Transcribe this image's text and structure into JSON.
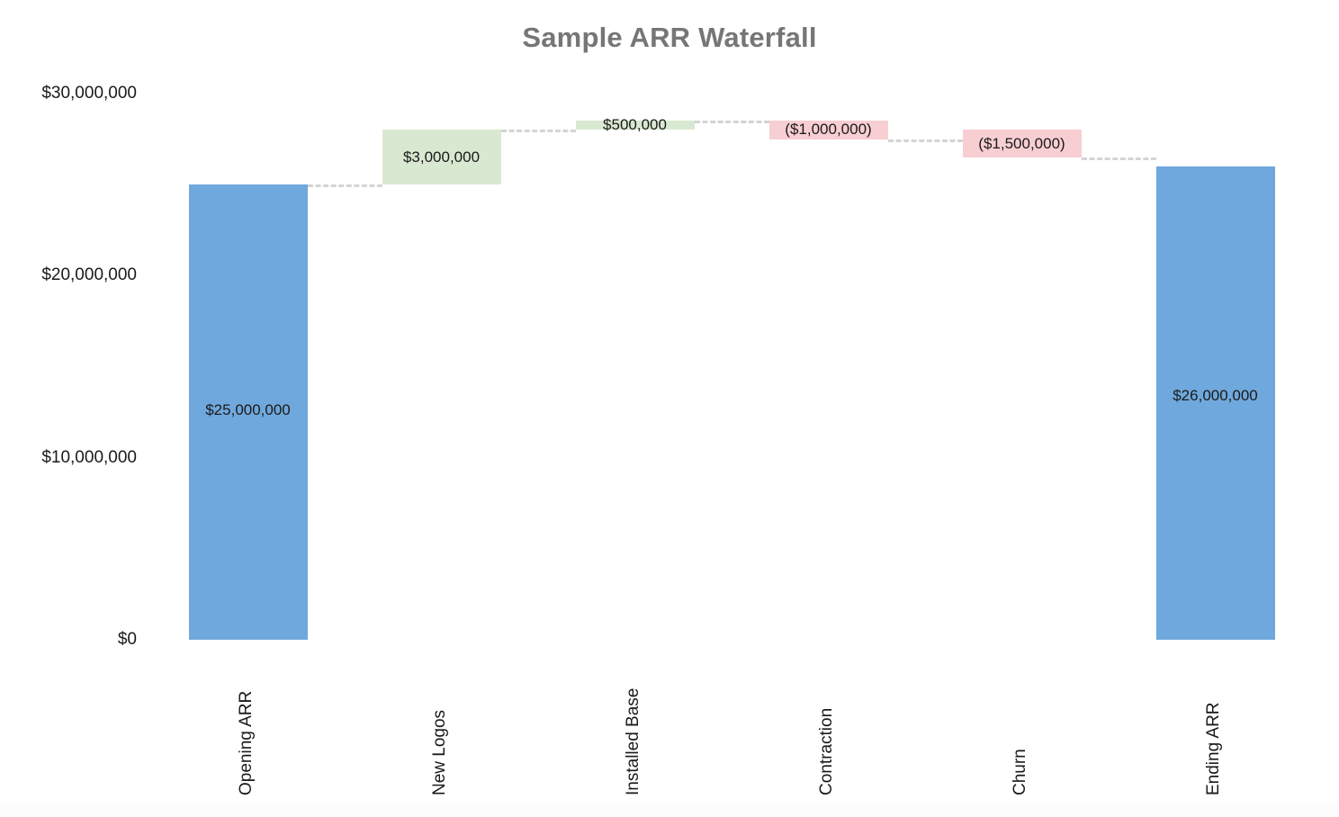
{
  "chart_data": {
    "type": "bar",
    "subtype": "waterfall",
    "title": "Sample ARR Waterfall",
    "xlabel": "",
    "ylabel": "",
    "ylim": [
      0,
      30000000
    ],
    "grid": false,
    "legend": "none",
    "categories": [
      "Opening ARR",
      "New Logos",
      "Installed Base",
      "Contraction",
      "Churn",
      "Ending ARR"
    ],
    "values": [
      25000000,
      3000000,
      500000,
      -1000000,
      -1500000,
      26000000
    ],
    "value_labels": [
      "$25,000,000",
      "$3,000,000",
      "$500,000",
      "($1,000,000)",
      "($1,500,000)",
      "$26,000,000"
    ],
    "kinds": [
      "total",
      "increase",
      "increase",
      "decrease",
      "decrease",
      "total"
    ],
    "bar_bases": [
      0,
      25000000,
      28000000,
      27500000,
      26500000,
      0
    ],
    "bar_tops": [
      25000000,
      28000000,
      28500000,
      28500000,
      28000000,
      26000000
    ],
    "ytick_values": [
      30000000,
      20000000,
      10000000,
      0
    ],
    "ytick_labels": [
      "$30,000,000",
      "$20,000,000",
      "$10,000,000",
      "$0"
    ],
    "colors": {
      "total": "#6fa8dc",
      "increase": "#d9e8d0",
      "decrease": "#f7ced2",
      "connector": "#d4d4d4",
      "title": "#767676",
      "text": "#1a1a1a",
      "background": "#ffffff"
    }
  }
}
